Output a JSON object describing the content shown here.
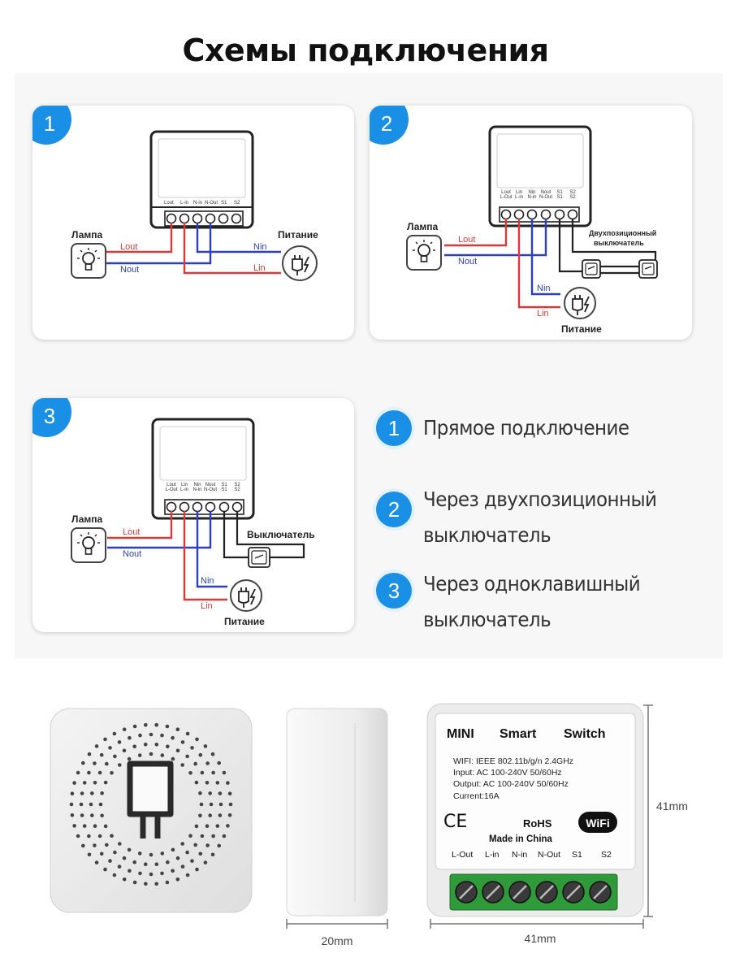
{
  "title": "Схемы подключения",
  "diagrams": [
    {
      "number": "1",
      "lamp": "Лампа",
      "power": "Питание",
      "terminals": [
        "Lout",
        "L-in",
        "N-in",
        "N-Out",
        "S1",
        "S2"
      ],
      "wires": {
        "lout": "Lout",
        "nout": "Nout",
        "nin": "Nin",
        "lin": "Lin"
      }
    },
    {
      "number": "2",
      "lamp": "Лампа",
      "power": "Питание",
      "switch": "Двухпозиционный выключатель",
      "terminals": [
        [
          "Lout",
          "L-Out"
        ],
        [
          "Lin",
          "L-in"
        ],
        [
          "Nin",
          "N-in"
        ],
        [
          "Nout",
          "N-Out"
        ],
        [
          "S1",
          "S1"
        ],
        [
          "S2",
          "S2"
        ]
      ],
      "wires": {
        "lout": "Lout",
        "nout": "Nout",
        "nin": "Nin",
        "lin": "Lin"
      }
    },
    {
      "number": "3",
      "lamp": "Лампа",
      "power": "Питание",
      "switch": "Выключатель",
      "terminals": [
        [
          "Lout",
          "L-Out"
        ],
        [
          "Lin",
          "L-in"
        ],
        [
          "Nin",
          "N-in"
        ],
        [
          "Nout",
          "N-Out"
        ],
        [
          "S1",
          "S1"
        ],
        [
          "S2",
          "S2"
        ]
      ],
      "wires": {
        "lout": "Lout",
        "nout": "Nout",
        "nin": "Nin",
        "lin": "Lin"
      }
    }
  ],
  "legend": [
    {
      "number": "1",
      "lines": [
        "Прямое подключение"
      ]
    },
    {
      "number": "2",
      "lines": [
        "Через двухпозиционный",
        "выключатель"
      ]
    },
    {
      "number": "3",
      "lines": [
        "Через одноклавишный",
        "выключатель"
      ]
    }
  ],
  "device": {
    "heading": [
      "MINI",
      "Smart",
      "Switch"
    ],
    "specs": [
      "WIFI: IEEE 802.11b/g/n 2.4GHz",
      "Input: AC 100-240V 50/60Hz",
      "Output: AC 100-240V 50/60Hz",
      "Current:16A"
    ],
    "ce": "CE",
    "rohs": "RoHS",
    "wifi": "WiFi",
    "made_in": "Made in China",
    "terminals": [
      "L-Out",
      "L-in",
      "N-in",
      "N-Out",
      "S1",
      "S2"
    ],
    "dim_depth": "20mm",
    "dim_width": "41mm",
    "dim_height": "41mm"
  },
  "colors": {
    "accent": "#1a8fe6",
    "live": "#d83a3a",
    "neutral": "#2b3fc4",
    "terminal_green": "#2f9a3a"
  }
}
